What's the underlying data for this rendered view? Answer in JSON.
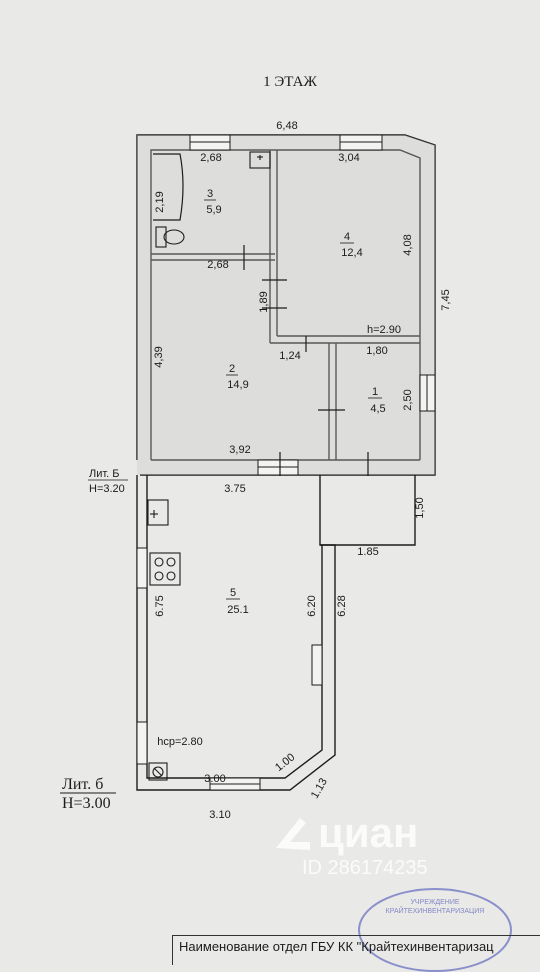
{
  "plan": {
    "floor_title": "1 ЭТАЖ",
    "lit_b_upper": {
      "name": "Лит. Б",
      "height": "H=3.20"
    },
    "lit_b_lower": {
      "name": "Лит. б",
      "height": "H=3.00"
    },
    "ceiling_heights": {
      "main": "h=2.90",
      "annex": "hcp=2.80"
    },
    "rooms": [
      {
        "number": "1",
        "area": "4,5"
      },
      {
        "number": "2",
        "area": "14,9"
      },
      {
        "number": "3",
        "area": "5,9"
      },
      {
        "number": "4",
        "area": "12,4"
      },
      {
        "number": "5",
        "area": "25.1"
      }
    ],
    "dimensions": {
      "top_overall": "6,48",
      "right_overall": "7,45",
      "room3_top": "2,68",
      "room3_bottom": "2,68",
      "bath": "2,19",
      "room4_top": "3,04",
      "room4_right": "4,08",
      "room2_left": "4,39",
      "wall_1_89": "1,89",
      "wall_1_24": "1,24",
      "room1_top": "1,80",
      "room1_right": "2,50",
      "room2_bottom": "3,92",
      "annex_top": "3.75",
      "porch_right": "1,50",
      "porch_bottom": "1.85",
      "annex_left": "6.75",
      "annex_inner_right": "6.20",
      "annex_outer_right": "6.28",
      "annex_bottom_inner": "3.00",
      "annex_bottom_outer": "3.10",
      "corner_a": "1.00",
      "corner_b": "1.13"
    }
  },
  "watermark": {
    "brand": "циан",
    "id_text": "ID 286174235"
  },
  "footer": {
    "text": "Наименование отдел ГБУ КК \"Крайтехинвентаризац"
  },
  "stamp": {
    "text": "УЧРЕЖДЕНИЕ КРАЙТЕХИНВЕНТАРИЗАЦИЯ"
  }
}
